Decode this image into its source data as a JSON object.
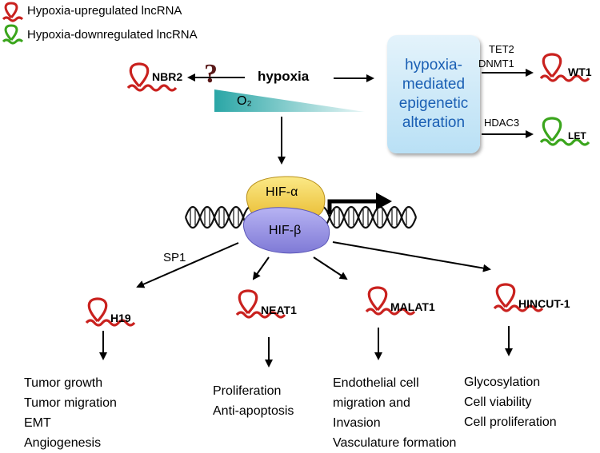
{
  "legend": {
    "up_label": "Hypoxia-upregulated lncRNA",
    "down_label": "Hypoxia-downregulated lncRNA"
  },
  "colors": {
    "up": "#c9211e",
    "down": "#3aa51c",
    "arrow": "#000000",
    "hif_alpha": "#f2d24a",
    "hif_beta": "#9a96e8",
    "box_text": "#1a5fb4"
  },
  "hypoxia": {
    "label": "hypoxia",
    "o2": "O₂",
    "question": "?"
  },
  "epigenetic": {
    "lines": [
      "hypoxia-",
      "mediated",
      "epigenetic",
      "alteration"
    ]
  },
  "regulators": {
    "tet2": "TET2",
    "dnmt1": "DNMT1",
    "hdac3": "HDAC3",
    "sp1": "SP1"
  },
  "hif": {
    "alpha": "HIF-α",
    "beta": "HIF-β"
  },
  "lncrnas": {
    "nbr2": "NBR2",
    "wt1": "WT1",
    "let": "LET",
    "h19": "H19",
    "neat1": "NEAT1",
    "malat1": "MALAT1",
    "hincut1": "HINCUT-1"
  },
  "effects": {
    "h19": [
      "Tumor growth",
      "Tumor migration",
      "EMT",
      "Angiogenesis"
    ],
    "neat1": [
      "Proliferation",
      "Anti-apoptosis"
    ],
    "malat1": [
      "Endothelial cell",
      "migration and",
      "Invasion",
      "Vasculature formation"
    ],
    "hincut1": [
      "Glycosylation",
      "Cell viability",
      "Cell proliferation"
    ]
  }
}
